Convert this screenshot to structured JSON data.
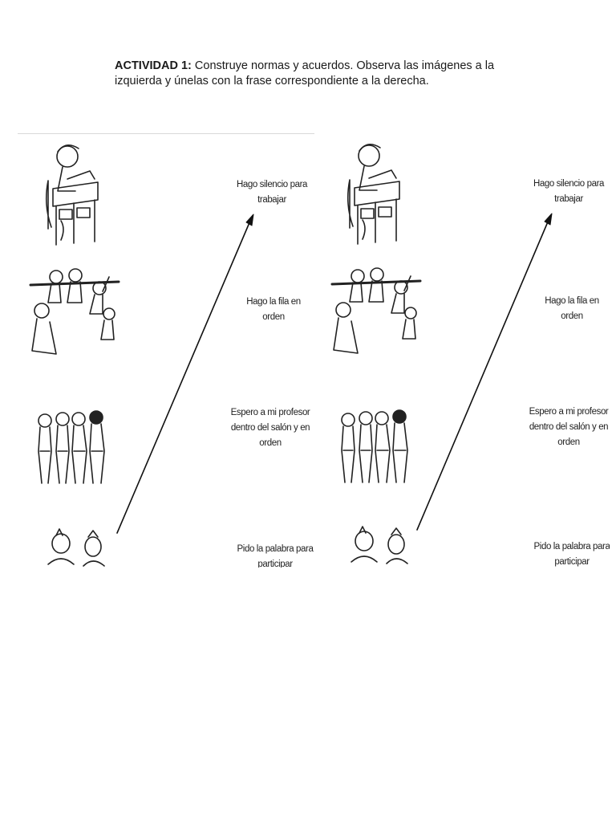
{
  "instructions": {
    "label": "ACTIVIDAD 1:",
    "text": " Construye normas y acuerdos. Observa las imágenes a la izquierda y únelas con la frase correspondiente a la derecha."
  },
  "panels": [
    {
      "phrases": [
        "Hago silencio para\ntrabajar",
        "Hago la fila en\norden",
        "Espero a mi profesor\ndentro del salón y en\norden",
        "Pido la palabra para\nparticipar"
      ]
    },
    {
      "phrases": [
        "Hago silencio para\ntrabajar",
        "Hago la fila en\norden",
        "Espero a mi profesor\ndentro del salón y en\norden",
        "Pido la palabra para\nparticipar"
      ]
    }
  ],
  "icons": [
    "child-at-desk-icon",
    "children-sitting-icon",
    "children-in-line-icon",
    "two-children-icon",
    "arrow-icon"
  ],
  "colors": {
    "line": "#111111",
    "text": "#1a1a1a"
  }
}
